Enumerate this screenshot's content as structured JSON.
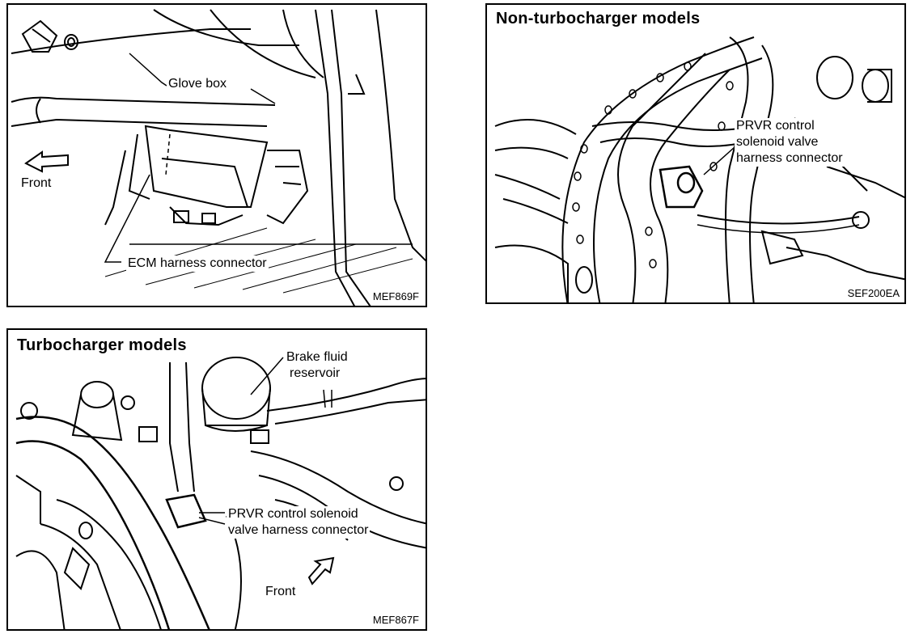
{
  "panels": {
    "glovebox": {
      "labels": {
        "glove_box": "Glove box",
        "front": "Front",
        "ecm_connector": "ECM harness connector"
      },
      "code": "MEF869F"
    },
    "nonturbo": {
      "title": "Non-turbocharger models",
      "labels": {
        "prvr_line1": "PRVR control",
        "prvr_line2": "solenoid valve",
        "prvr_line3": "harness connector"
      },
      "code": "SEF200EA"
    },
    "turbo": {
      "title": "Turbocharger models",
      "labels": {
        "brake_line1": "Brake fluid",
        "brake_line2": "reservoir",
        "prvr_line1": "PRVR control solenoid",
        "prvr_line2": "valve harness connector",
        "front": "Front"
      },
      "code": "MEF867F"
    }
  }
}
